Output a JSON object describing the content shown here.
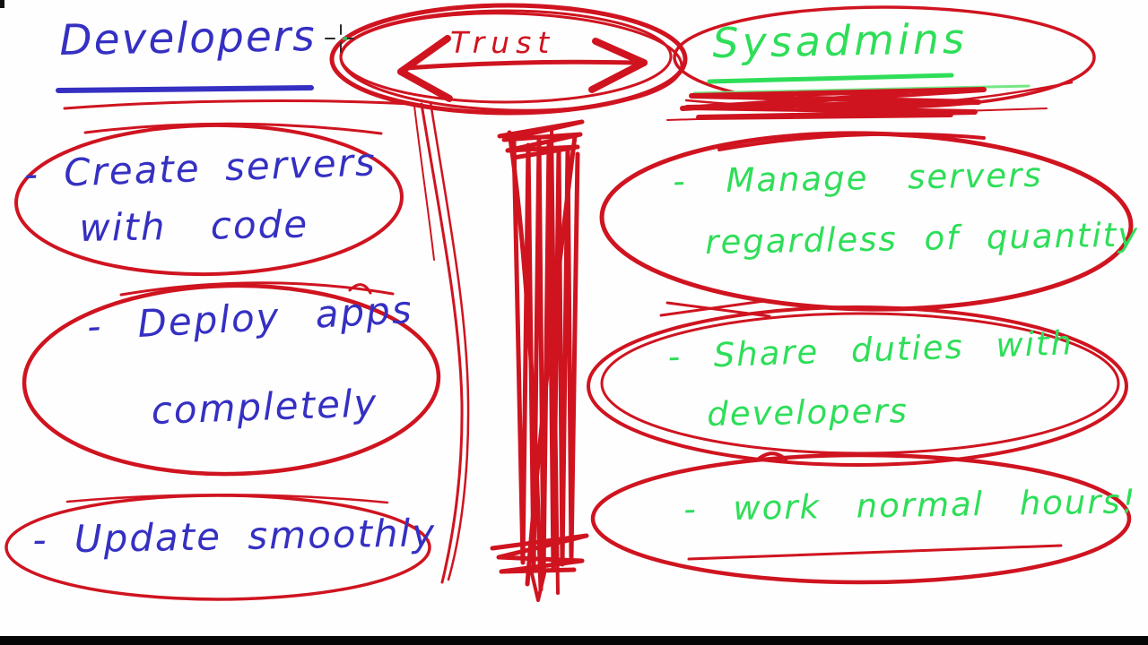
{
  "canvas": {
    "palette": {
      "ink_blue": "#3530c2",
      "ink_green": "#2ede58",
      "ink_red": "#cf1420",
      "background": "#fefefe",
      "letterbox_black": "#060606"
    }
  },
  "center": {
    "label": "Trust"
  },
  "left_column": {
    "heading": "Developers",
    "items": [
      {
        "lines": [
          "- Create servers",
          "with code"
        ]
      },
      {
        "lines": [
          "- Deploy apps",
          "completely"
        ]
      },
      {
        "lines": [
          "- Update smoothly"
        ]
      }
    ]
  },
  "right_column": {
    "heading": "Sysadmins",
    "items": [
      {
        "lines": [
          "- Manage servers",
          "regardless of quantity"
        ]
      },
      {
        "lines": [
          "- Share duties with",
          "developers"
        ]
      },
      {
        "lines": [
          "- work normal hours!"
        ]
      }
    ]
  }
}
